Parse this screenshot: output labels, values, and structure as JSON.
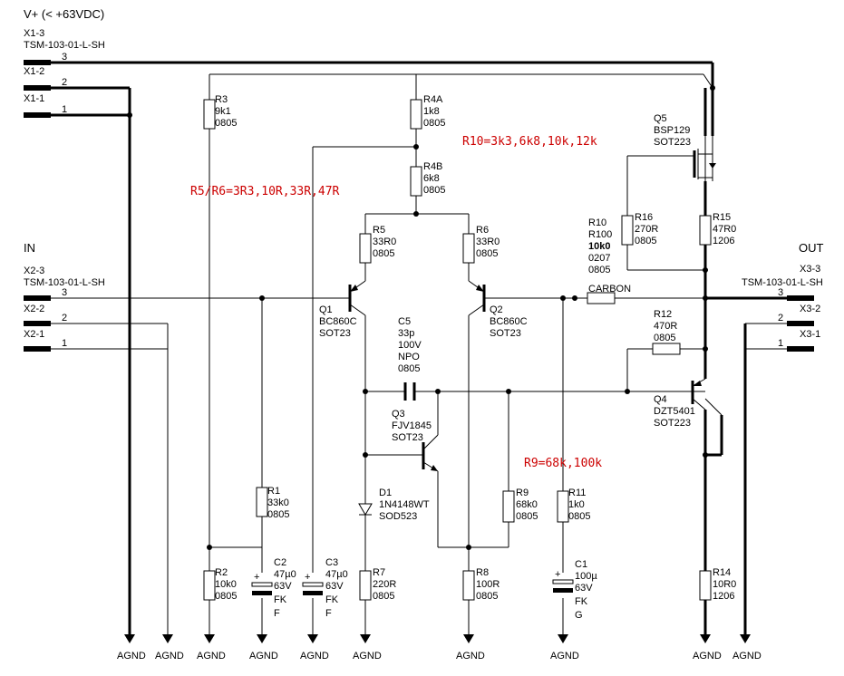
{
  "supply": {
    "title": "V+ (< +63VDC)"
  },
  "connectors": {
    "x1": {
      "pin3": "X1-3",
      "part": "TSM-103-01-L-SH",
      "pin2": "X1-2",
      "pin1": "X1-1"
    },
    "in": {
      "label": "IN",
      "pin3": "X2-3",
      "part": "TSM-103-01-L-SH",
      "pin2": "X2-2",
      "pin1": "X2-1"
    },
    "out": {
      "label": "OUT",
      "pin3": "X3-3",
      "part": "TSM-103-01-L-SH",
      "pin2": "X3-2",
      "pin1": "X3-1"
    },
    "pin_numbers": {
      "p3": "3",
      "p2": "2",
      "p1": "1"
    }
  },
  "notes": {
    "r10": "R10=3k3,6k8,10k,12k",
    "r5r6": "R5/R6=3R3,10R,33R,47R",
    "r9": "R9=68k,100k"
  },
  "components": {
    "r3": [
      "R3",
      "9k1",
      "0805"
    ],
    "r4a": [
      "R4A",
      "1k8",
      "0805"
    ],
    "r4b": [
      "R4B",
      "6k8",
      "0805"
    ],
    "r5": [
      "R5",
      "33R0",
      "0805"
    ],
    "r6": [
      "R6",
      "33R0",
      "0805"
    ],
    "q1": [
      "Q1",
      "BC860C",
      "SOT23"
    ],
    "q2": [
      "Q2",
      "BC860C",
      "SOT23"
    ],
    "q5": [
      "Q5",
      "BSP129",
      "SOT223"
    ],
    "r16": [
      "R16",
      "270R",
      "0805"
    ],
    "r15": [
      "R15",
      "47R0",
      "1206"
    ],
    "r10": [
      "R10",
      "R100",
      "10k0",
      "0207",
      "0805",
      "CARBON"
    ],
    "c5": [
      "C5",
      "33p",
      "100V",
      "NPO",
      "0805"
    ],
    "r12": [
      "R12",
      "470R",
      "0805"
    ],
    "q3": [
      "Q3",
      "FJV1845",
      "SOT23"
    ],
    "q4": [
      "Q4",
      "DZT5401",
      "SOT223"
    ],
    "r1": [
      "R1",
      "33k0",
      "0805"
    ],
    "d1": [
      "D1",
      "1N4148WT",
      "SOD523"
    ],
    "r9": [
      "R9",
      "68k0",
      "0805"
    ],
    "r11": [
      "R11",
      "1k0",
      "0805"
    ],
    "r2": [
      "R2",
      "10k0",
      "0805"
    ],
    "c2": [
      "C2",
      "47µ0",
      "63V",
      "FK",
      "F"
    ],
    "c3": [
      "C3",
      "47µ0",
      "63V",
      "FK",
      "F"
    ],
    "r7": [
      "R7",
      "220R",
      "0805"
    ],
    "r8": [
      "R8",
      "100R",
      "0805"
    ],
    "c1": [
      "C1",
      "100µ",
      "63V",
      "FK",
      "G"
    ],
    "r14": [
      "R14",
      "10R0",
      "1206"
    ]
  },
  "ground_label": "AGND"
}
